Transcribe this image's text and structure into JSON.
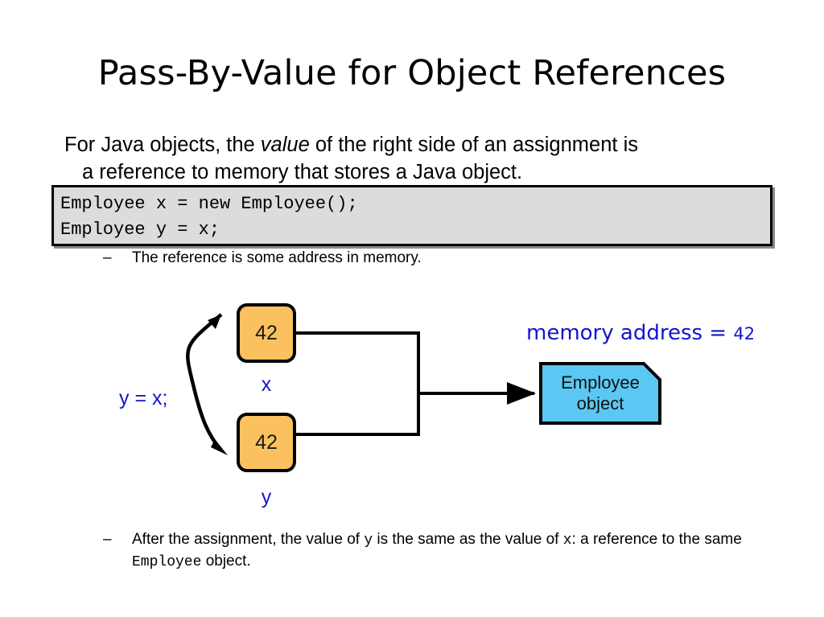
{
  "slide": {
    "title": "Pass-By-Value for Object References",
    "intro": {
      "line1_pre": "For Java objects, the ",
      "line1_em": "value",
      "line1_post": " of the right side of an assignment is",
      "line2": "a reference to memory that stores a Java object."
    },
    "code": {
      "line1": "Employee x = new Employee();",
      "line2": "Employee y = x;"
    },
    "bullets": {
      "dash": "–",
      "reference_address": "The reference is some address in memory.",
      "after_assignment": {
        "part1": "After the assignment, the value of ",
        "mono1": "y",
        "part2": " is the same as the value of ",
        "mono2": "x",
        "part3": ": a reference to the same ",
        "mono3": "Employee",
        "part4": " object."
      }
    }
  },
  "diagram": {
    "box_x_value": "42",
    "box_y_value": "42",
    "label_x": "x",
    "label_y": "y",
    "assignment_label": "y = x;",
    "memory_address_label": "memory address = ",
    "memory_address_value": "42",
    "employee_object_line1": "Employee",
    "employee_object_line2": "object",
    "colors": {
      "value_box_fill": "#fbc15e",
      "object_box_fill": "#5ac8f2",
      "annotation_blue": "#1414cc",
      "code_background": "#dcdcdc",
      "stroke": "#000000"
    }
  }
}
